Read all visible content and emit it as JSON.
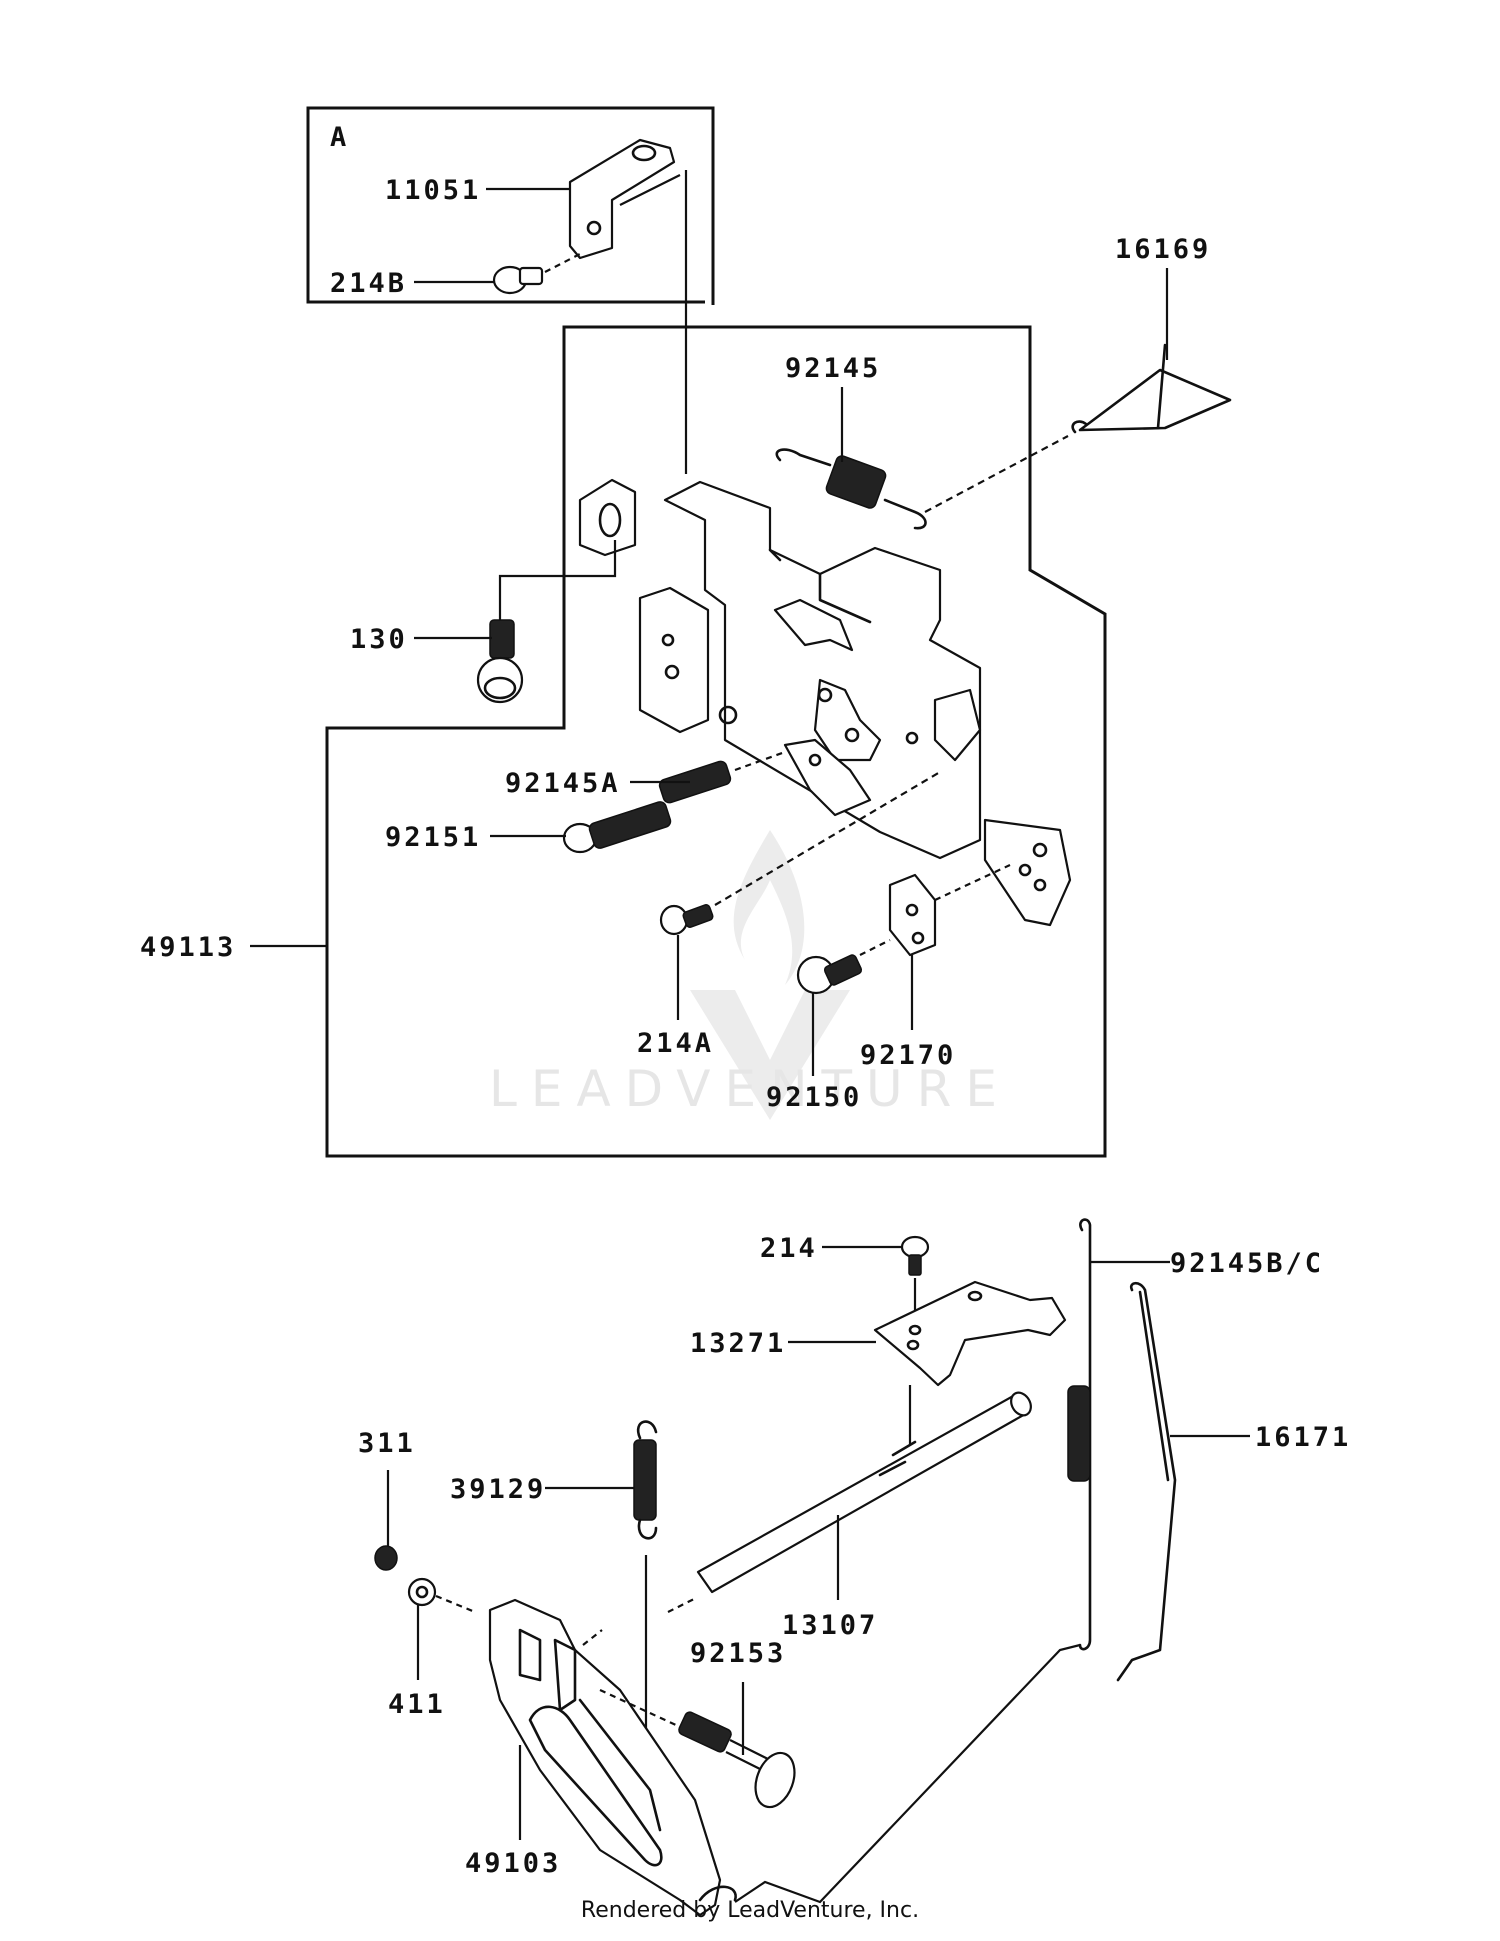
{
  "watermark": "LEADVENTURE",
  "footer": "Rendered by LeadVenture, Inc.",
  "inset": {
    "label": "A"
  },
  "callouts": {
    "c11051": "11051",
    "c214B": "214B",
    "c16169": "16169",
    "c92145": "92145",
    "c130": "130",
    "c92145A": "92145A",
    "c92151": "92151",
    "c49113": "49113",
    "c214A": "214A",
    "c92170": "92170",
    "c92150": "92150",
    "c214": "214",
    "c92145BC": "92145B/C",
    "c13271": "13271",
    "c16171": "16171",
    "c311": "311",
    "c39129": "39129",
    "c13107": "13107",
    "c92153": "92153",
    "c411": "411",
    "c49103": "49103"
  }
}
